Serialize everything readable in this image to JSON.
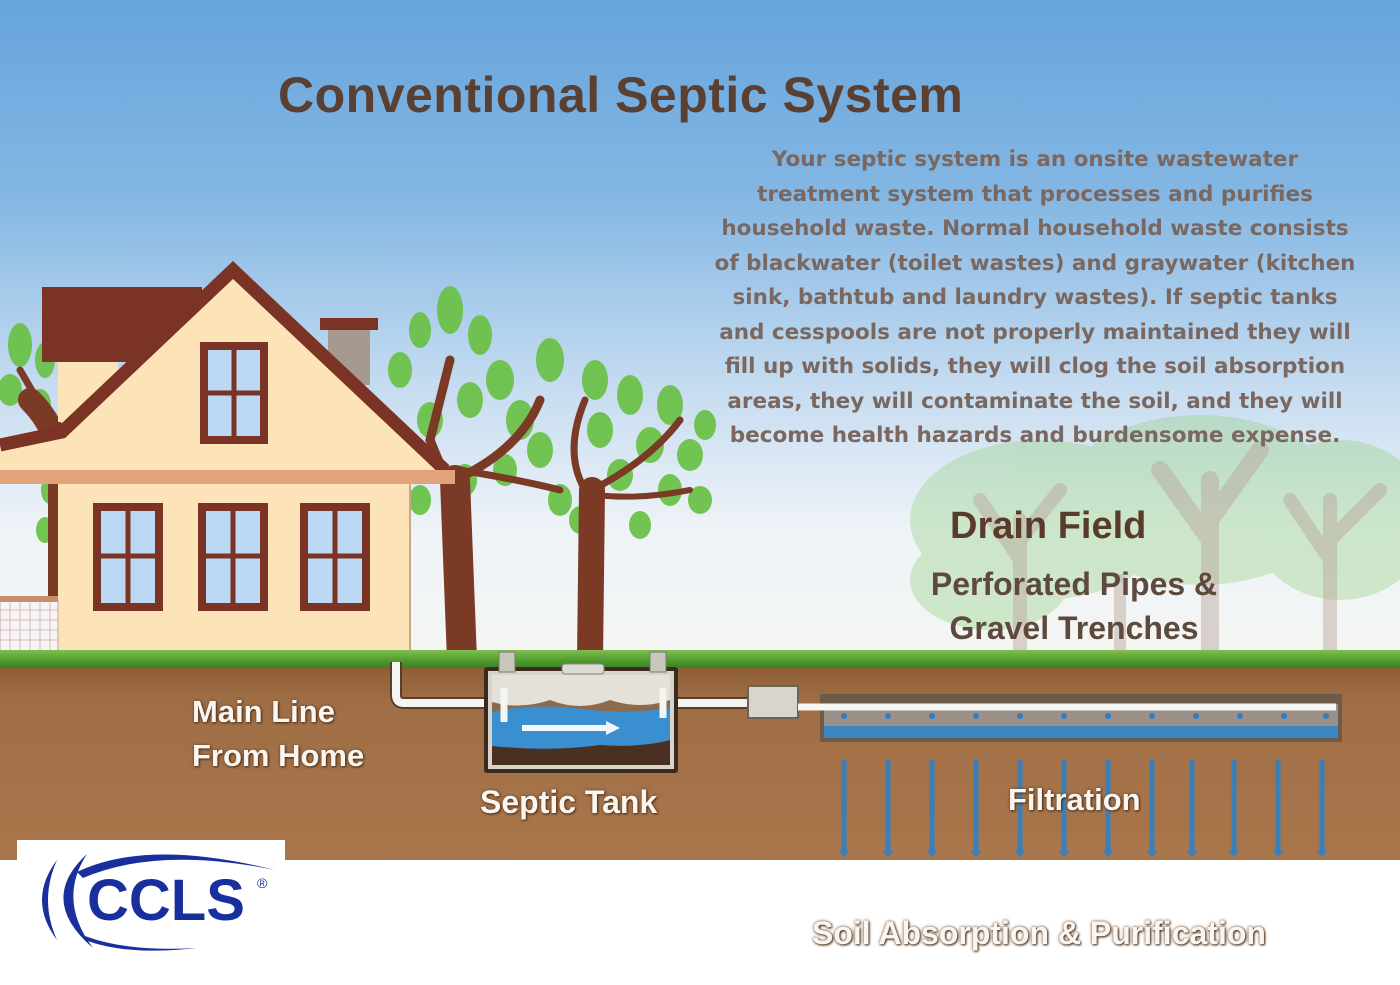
{
  "title": "Conventional Septic System",
  "description": {
    "lines": [
      "Your septic system is an onsite wastewater",
      "treatment system that processes and purifies",
      "household waste. Normal household waste consists",
      "of blackwater (toilet wastes) and graywater (kitchen",
      "sink, bathtub and laundry wastes).  If septic tanks",
      "and cesspools are not properly maintained they will",
      "fill up with solids, they will clog the soil absorption",
      "areas, they will contaminate the soil, and they will",
      "become health hazards and burdensome expense."
    ]
  },
  "labels": {
    "drain_field": "Drain Field",
    "drain_field_sub": [
      "Perforated Pipes &",
      "Gravel Trenches"
    ],
    "main_line": [
      "Main Line",
      "From Home"
    ],
    "septic_tank": "Septic Tank",
    "filtration": "Filtration",
    "soil": "Soil Absorption & Purification"
  },
  "logo": {
    "text": "CCLS",
    "registered": "®",
    "color": "#1a2f9e"
  },
  "colors": {
    "sky_top": "#66a4dc",
    "title": "#5a4033",
    "body_text": "#7a6860",
    "soil": "#a06e45",
    "deep_soil": "#857060",
    "water": "#3a8fd0",
    "house_wall": "#fde3b8",
    "house_trim": "#7a3324",
    "leaf": "#6cc24a"
  }
}
